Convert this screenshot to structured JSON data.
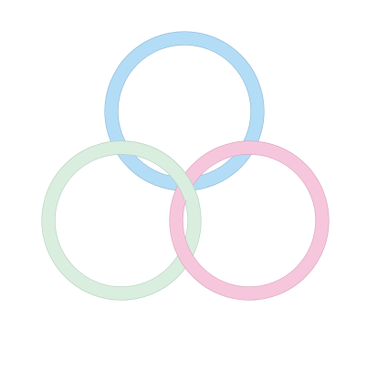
{
  "rings": [
    {
      "name": "blue-ring",
      "color": "#b3dcf6",
      "edge": "#8fb7d3"
    },
    {
      "name": "green-ring",
      "color": "#d9eedf",
      "edge": "#b6cfbd"
    },
    {
      "name": "pink-ring",
      "color": "#f6c6dc",
      "edge": "#d6a5bb"
    }
  ],
  "background": "#ffffff"
}
